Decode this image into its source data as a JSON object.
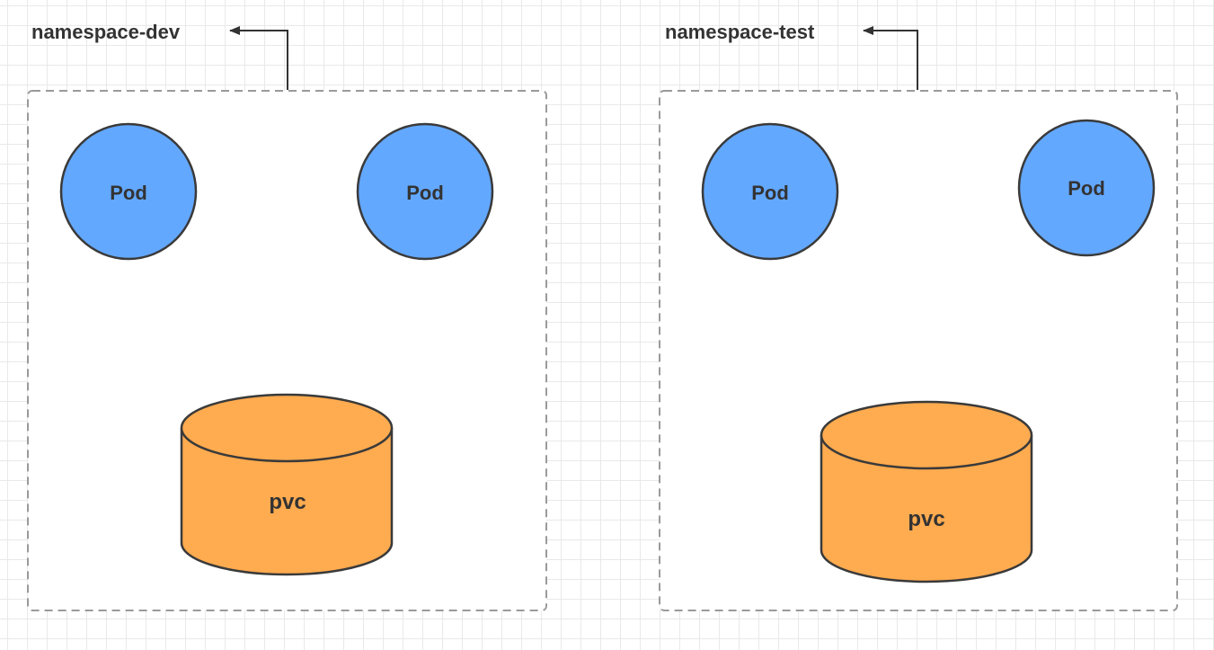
{
  "colors": {
    "pod_fill": "#63A8FF",
    "pvc_fill": "#FFAB4F",
    "stroke": "#3a3a3a",
    "frame_stroke": "#9a9a9a"
  },
  "namespaces": [
    {
      "name": "namespace-dev",
      "pods": [
        {
          "label": "Pod"
        },
        {
          "label": "Pod"
        }
      ],
      "pvc": {
        "label": "pvc"
      }
    },
    {
      "name": "namespace-test",
      "pods": [
        {
          "label": "Pod"
        },
        {
          "label": "Pod"
        }
      ],
      "pvc": {
        "label": "pvc"
      }
    }
  ]
}
